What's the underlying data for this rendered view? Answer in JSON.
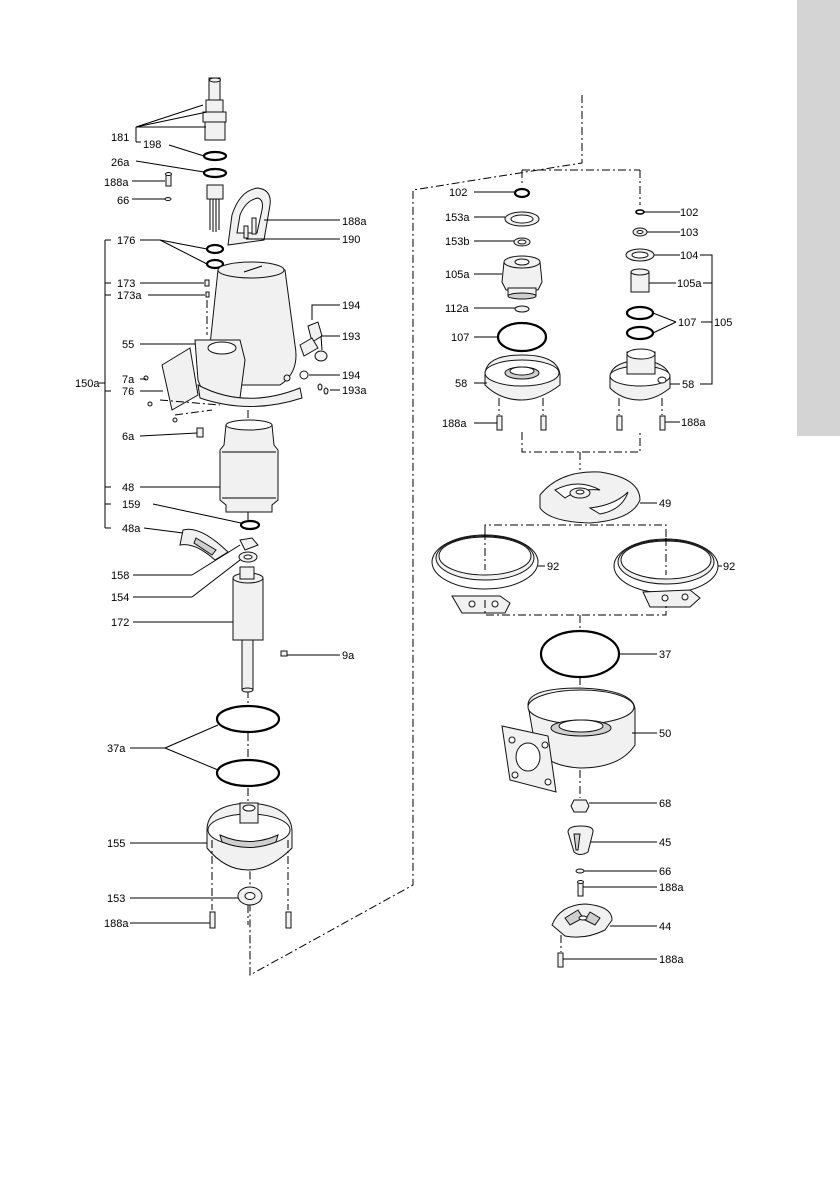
{
  "labels": {
    "l181": "181",
    "l198": "198",
    "l26a": "26a",
    "l188a_1": "188a",
    "l66_1": "66",
    "l176": "176",
    "l188a_2": "188a",
    "l190": "190",
    "l173": "173",
    "l173a": "173a",
    "l194_1": "194",
    "l193": "193",
    "l55": "55",
    "l7a": "7a",
    "l150a": "150a",
    "l76": "76",
    "l194_2": "194",
    "l193a": "193a",
    "l6a": "6a",
    "l48": "48",
    "l159": "159",
    "l48a": "48a",
    "l158": "158",
    "l154": "154",
    "l172": "172",
    "l9a": "9a",
    "l37a": "37a",
    "l155": "155",
    "l153": "153",
    "l188a_3": "188a",
    "l102_1": "102",
    "l102_2": "102",
    "l153a": "153a",
    "l103": "103",
    "l153b": "153b",
    "l104": "104",
    "l105a_1": "105a",
    "l105a_2": "105a",
    "l112a": "112a",
    "l107_1": "107",
    "l107_2": "107",
    "l105": "105",
    "l58_1": "58",
    "l58_2": "58",
    "l188a_4": "188a",
    "l188a_5": "188a",
    "l49": "49",
    "l92_1": "92",
    "l92_2": "92",
    "l37": "37",
    "l50": "50",
    "l68": "68",
    "l45": "45",
    "l66_2": "66",
    "l188a_6": "188a",
    "l44": "44",
    "l188a_7": "188a"
  }
}
